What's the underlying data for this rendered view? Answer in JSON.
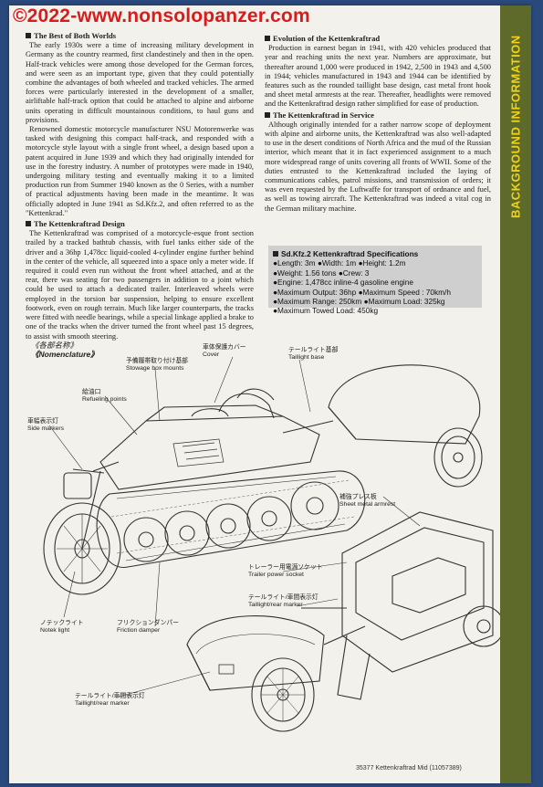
{
  "watermark": "©2022-www.nonsolopanzer.com",
  "sidebar": {
    "title": "BACKGROUND INFORMATION"
  },
  "section1": {
    "heading": "The Best of Both Worlds",
    "paragraphs": [
      "The early 1930s were a time of increasing military development in Germany as the country rearmed, first clandestinely and then in the open. Half-track vehicles were among those developed for the German forces, and were seen as an important type, given that they could potentially combine the advantages of both wheeled and tracked vehicles. The armed forces were particularly interested in the development of a smaller, airliftable half-track option that could be attached to alpine and airborne units operating in difficult mountainous conditions, to haul guns and provisions.",
      "Renowned domestic motorcycle manufacturer NSU Motorenwerke was tasked with designing this compact half-track, and responded with a motorcycle style layout with a single front wheel, a design based upon a patent acquired in June 1939 and which they had originally intended for use in the forestry industry. A number of prototypes were made in 1940, undergoing military testing and eventually making it to a limited production run from Summer 1940 known as the 0 Series, with a number of practical adjustments having been made in the meantime. It was officially adopted in June 1941 as Sd.Kfz.2, and often referred to as the \"Kettenkrad.\""
    ]
  },
  "section2": {
    "heading": "The Kettenkraftrad Design",
    "paragraphs": [
      "The Kettenkraftrad was comprised of a motorcycle-esque front section trailed by a tracked bathtub chassis, with fuel tanks either side of the driver and a 36hp 1,478cc liquid-cooled 4-cylinder engine further behind in the center of the vehicle, all squeezed into a space only a meter wide. If required it could even run without the front wheel attached, and at the rear, there was seating for two passengers in addition to a joint which could be used to attach a dedicated trailer. Interleaved wheels were employed in the torsion bar suspension, helping to ensure excellent footwork, even on rough terrain. Much like larger counterparts, the tracks were fitted with needle bearings, while a special linkage applied a brake to one of the tracks when the driver turned the front wheel past 15 degrees, to assist with smooth steering."
    ]
  },
  "section3": {
    "heading": "Evolution of the Kettenkraftrad",
    "paragraphs": [
      "Production in earnest began in 1941, with 420 vehicles produced that year and reaching units the next year. Numbers are approximate, but thereafter around 1,000 were produced in 1942, 2,500 in 1943 and 4,500 in 1944; vehicles manufactured in 1943 and 1944 can be identified by features such as the rounded taillight base design, cast metal front hook and sheet metal armrests at the rear. Thereafter, headlights were removed and the Kettenkraftrad design rather simplified for ease of production."
    ]
  },
  "section4": {
    "heading": "The Kettenkraftrad in Service",
    "paragraphs": [
      "Although originally intended for a rather narrow scope of deployment with alpine and airborne units, the Kettenkraftrad was also well-adapted to use in the desert conditions of North Africa and the mud of the Russian interior, which meant that it in fact experienced assignment to a much more widespread range of units covering all fronts of WWII. Some of the duties entrusted to the Kettenkraftrad included the laying of communications cables, patrol missions, and transmission of orders; it was even requested by the Luftwaffe for transport of ordnance and fuel, as well as towing aircraft. The Kettenkraftrad was indeed a vital cog in the German military machine."
    ]
  },
  "specs": {
    "title": "Sd.Kfz.2 Kettenkraftrad Specifications",
    "lines": [
      "●Length: 3m ●Width: 1m ●Height: 1.2m",
      "●Weight: 1.56 tons ●Crew: 3",
      "●Engine: 1,478cc inline-4 gasoline engine",
      "●Maximum Output: 36hp ●Maximum Speed : 70km/h",
      "●Maximum Range: 250km ●Maximum Load: 325kg",
      "●Maximum Towed Load: 450kg"
    ]
  },
  "nomenclature": {
    "jp": "《各部名称》",
    "en": "《Nomenclature》"
  },
  "labels": {
    "stowage_jp": "予備履帯取り付け基部",
    "stowage_en": "Stowage box mounts",
    "cover_jp": "車体保護カバー",
    "cover_en": "Cover",
    "taillight_base_jp": "テールライト基部",
    "taillight_base_en": "Taillight base",
    "refuel_jp": "給油口",
    "refuel_en": "Refueling points",
    "side_jp": "車幅表示灯",
    "side_en": "Side markers",
    "armrest_jp": "補強プレス板",
    "armrest_en": "Sheet metal armrest",
    "socket_jp": "トレーラー用電源ソケット",
    "socket_en": "Trailer power socket",
    "tail_rear_jp": "テールライト/車間表示灯",
    "tail_rear_en": "Taillight/rear marker",
    "notek_jp": "ノテックライト",
    "notek_en": "Notek light",
    "friction_jp": "フリクションダンパー",
    "friction_en": "Friction damper",
    "tail_rear2_jp": "テールライト/車間表示灯",
    "tail_rear2_en": "Taillight/rear marker"
  },
  "footer": "35377  Kettenkraftrad Mid (11057389)"
}
